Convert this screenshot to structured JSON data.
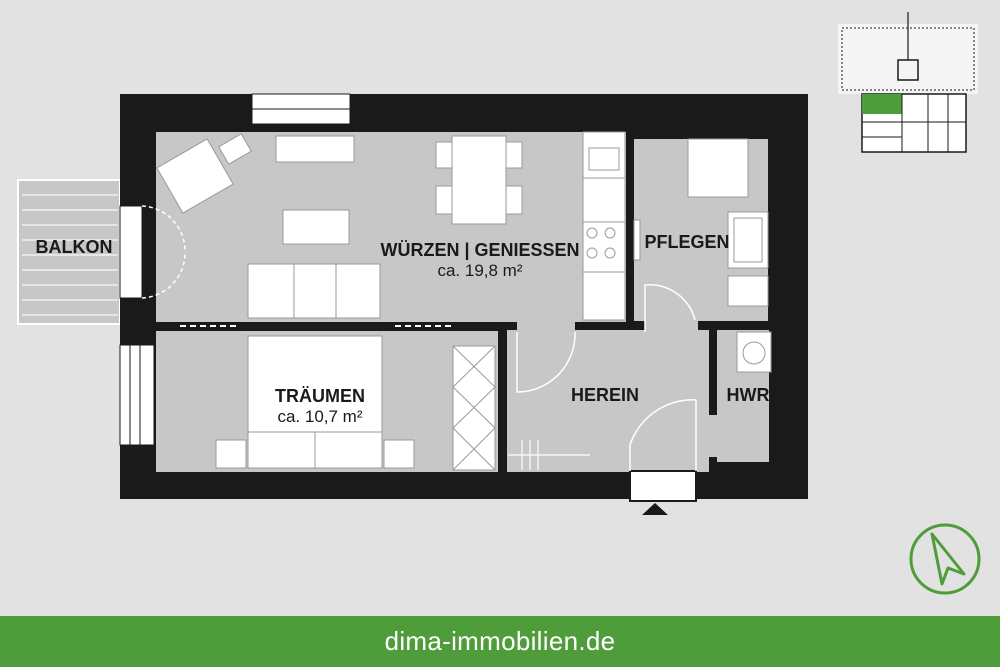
{
  "rooms": {
    "wuerzen": {
      "name": "WÜRZEN | GENIESSEN",
      "area": "ca. 19,8 m²"
    },
    "traeumen": {
      "name": "TRÄUMEN",
      "area": "ca. 10,7 m²"
    },
    "balkon": {
      "name": "BALKON"
    },
    "pflegen": {
      "name": "PFLEGEN"
    },
    "herein": {
      "name": "HEREIN"
    },
    "hwr": {
      "name": "HWR"
    }
  },
  "footer": {
    "url": "dima-immobilien.de"
  },
  "colors": {
    "wall": "#1a1a1a",
    "floor": "#c7c7c7",
    "background": "#e2e2e2",
    "furniture": "#ffffff",
    "brand_green": "#4f9d3a"
  },
  "icons": {
    "compass": "north-arrow-icon",
    "keyplan": "building-keyplan-icon"
  }
}
